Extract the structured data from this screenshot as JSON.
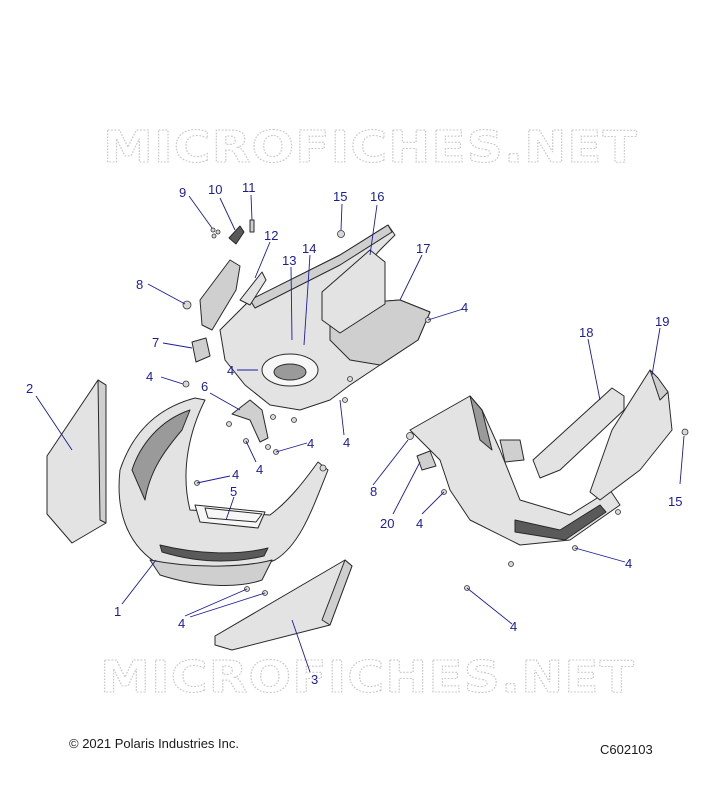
{
  "watermark": {
    "top": "MICROFICHES.NET",
    "bottom": "MICROFICHES.NET"
  },
  "callouts": {
    "c1": "1",
    "c2": "2",
    "c3": "3",
    "c4a": "4",
    "c4b": "4",
    "c4c": "4",
    "c4d": "4",
    "c4e": "4",
    "c4f": "4",
    "c4g": "4",
    "c4h": "4",
    "c4i": "4",
    "c4j": "4",
    "c4k": "4",
    "c5": "5",
    "c6": "6",
    "c7": "7",
    "c8a": "8",
    "c8b": "8",
    "c9": "9",
    "c10": "10",
    "c11": "11",
    "c12": "12",
    "c13": "13",
    "c14": "14",
    "c15a": "15",
    "c15b": "15",
    "c16": "16",
    "c17": "17",
    "c18": "18",
    "c19": "19",
    "c20": "20"
  },
  "footer": {
    "copyright": "© 2021 Polaris Industries Inc.",
    "drawing_code": "C602103"
  },
  "colors": {
    "callout": "#1c1c9c",
    "outline": "#2a2a2a",
    "watermark": "#c9c9c9"
  }
}
